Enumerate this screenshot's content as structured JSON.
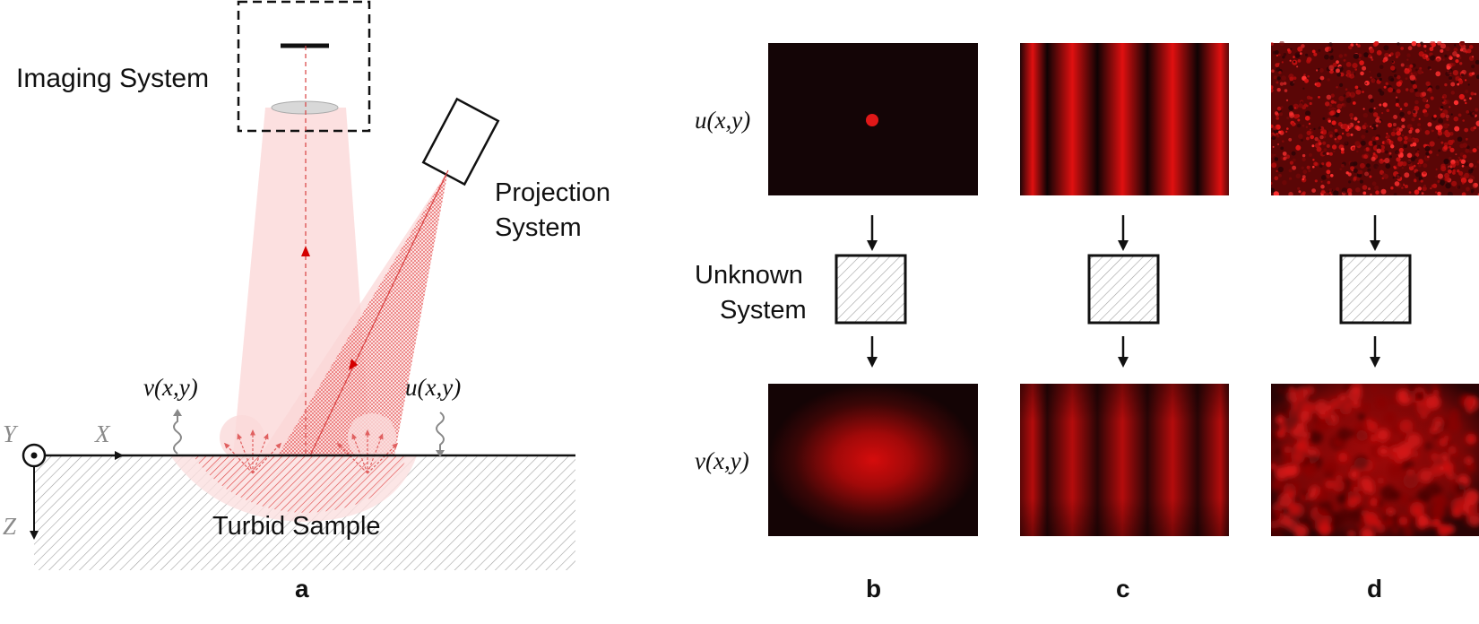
{
  "panel_a": {
    "imaging_label": "Imaging System",
    "projection_label_line1": "Projection",
    "projection_label_line2": "System",
    "v_label": "v(x,y)",
    "u_label": "u(x,y)",
    "axis_y": "Y",
    "axis_x": "X",
    "axis_z": "Z",
    "sample_label": "Turbid Sample",
    "panel_letter": "a"
  },
  "panels_right": {
    "u_row_label": "u(x,y)",
    "v_row_label": "v(x,y)",
    "system_label_line1": "Unknown",
    "system_label_line2": "System",
    "columns": [
      {
        "letter": "b",
        "pattern": "point"
      },
      {
        "letter": "c",
        "pattern": "fringes"
      },
      {
        "letter": "d",
        "pattern": "speckle"
      }
    ]
  },
  "colors": {
    "beam": "#f5b8b8",
    "red": "#d40000",
    "image_bg": "#140506",
    "hatch": "#9a9a9a"
  }
}
